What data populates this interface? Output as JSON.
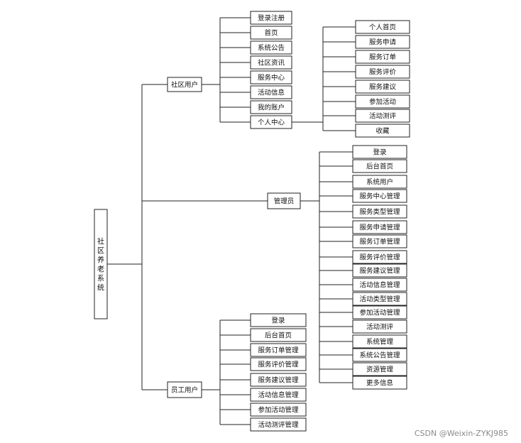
{
  "root": {
    "label": "社区养老系统"
  },
  "branches": [
    {
      "label": "社区用户",
      "children": [
        "登录注册",
        "首页",
        "系统公告",
        "社区资讯",
        "服务中心",
        "活动信息",
        "我的账户",
        "个人中心"
      ],
      "personal_center": {
        "parent": "个人中心",
        "children": [
          "个人首页",
          "服务申请",
          "服务订单",
          "服务评价",
          "服务建议",
          "参加活动",
          "活动测评",
          "收藏"
        ]
      }
    },
    {
      "label": "管理员",
      "children": [
        "登录",
        "后台首页",
        "系统用户",
        "服务中心管理",
        "服务类型管理",
        "服务申请管理",
        "服务订单管理",
        "服务评价管理",
        "服务建议管理",
        "活动信息管理",
        "活动类型管理",
        "参加活动管理",
        "活动测评",
        "系统管理",
        "系统公告管理",
        "资源管理",
        "更多信息"
      ]
    },
    {
      "label": "员工用户",
      "children": [
        "登录",
        "后台首页",
        "服务订单管理",
        "服务评价管理",
        "服务建议管理",
        "活动信息管理",
        "参加活动管理",
        "活动测评管理"
      ]
    }
  ],
  "watermark": "CSDN @Weixin-ZYKJ985"
}
